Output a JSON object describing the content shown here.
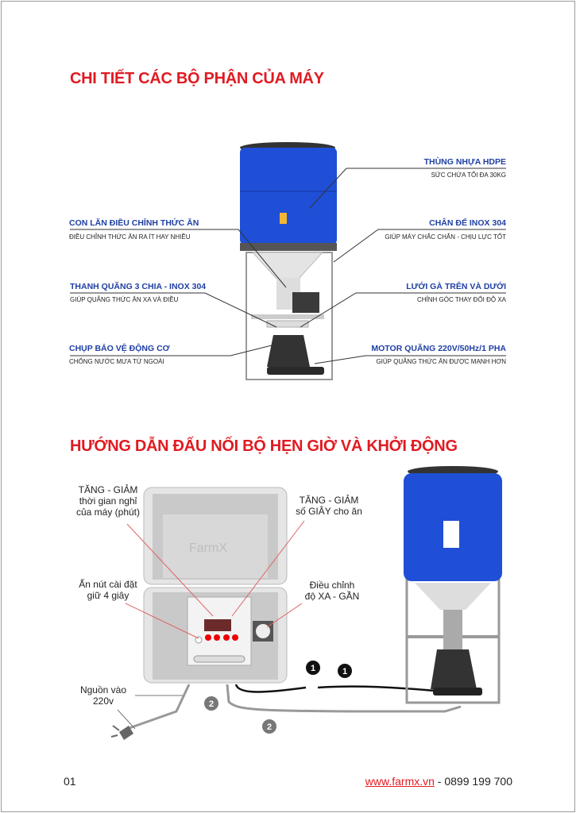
{
  "section1": {
    "title": "CHI TIẾT CÁC BỘ PHẬN CỦA MÁY",
    "parts": [
      {
        "label": "THÙNG NHỰA HDPE",
        "desc": "SỨC CHỨA TỐI ĐA 30KG"
      },
      {
        "label": "CON LĂN ĐIỀU CHỈNH THỨC ĂN",
        "desc": "ĐIỀU CHỈNH THỨC ĂN RA ÍT HAY NHIỀU"
      },
      {
        "label": "CHÂN ĐẾ INOX 304",
        "desc": "GIÚP MÁY CHẮC CHẮN - CHỊU LỰC TỐT"
      },
      {
        "label": "THANH QUÃNG 3 CHIA - INOX 304",
        "desc": "GIÚP QUÃNG THỨC ĂN XA VÀ ĐIỀU"
      },
      {
        "label": "LƯỚI GÀ TRÊN VÀ DƯỚI",
        "desc": "CHỈNH GÓC THAY ĐỔI ĐỘ XA"
      },
      {
        "label": "CHỤP BẢO VỆ ĐỘNG CƠ",
        "desc": "CHỐNG NƯỚC MƯA TỪ NGOÀI"
      },
      {
        "label": "MOTOR QUÃNG 220V/50Hz/1 PHA",
        "desc": "GIÚP QUÃNG THỨC ĂN ĐƯỢC MẠNH HƠN"
      }
    ]
  },
  "section2": {
    "title": "HƯỚNG DẪN ĐẤU NỐI BỘ HẸN GIỜ VÀ KHỞI ĐỘNG",
    "notes": {
      "rest_time": [
        "TĂNG - GIẢM",
        "thời gian nghỉ",
        "của máy (phút)"
      ],
      "feed_seconds": [
        "TĂNG - GIẢM",
        "số GIÂY cho ăn"
      ],
      "setting": [
        "Ấn nút cài đặt",
        "giữ 4 giây"
      ],
      "distance": [
        "Điều chỉnh",
        "độ XA - GẦN"
      ],
      "power": [
        "Nguồn vào",
        "220v"
      ]
    },
    "watermark": "FarmX",
    "markers": [
      "1",
      "1",
      "2",
      "2"
    ]
  },
  "footer": {
    "page": "01",
    "website": "www.farmx.vn",
    "phone": " - 0899 199 700"
  },
  "colors": {
    "title": "#e01b22",
    "label": "#1f3fa3",
    "barrel": "#1f4fd6"
  }
}
